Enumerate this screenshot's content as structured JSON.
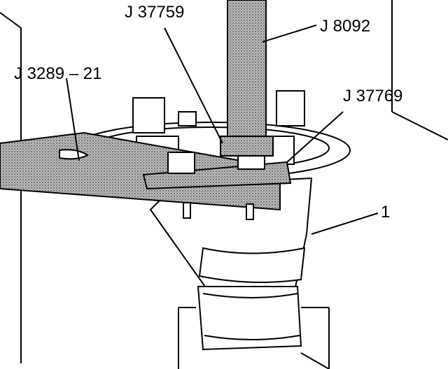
{
  "callouts": {
    "j37759": "J 37759",
    "j8092": "J 8092",
    "j3289_21": "J 3289 – 21",
    "j37769": "J 37769",
    "part_1": "1"
  },
  "colors": {
    "line": "#000000",
    "tool_fill": "#a9a9a9",
    "part_fill": "#ffffff"
  }
}
